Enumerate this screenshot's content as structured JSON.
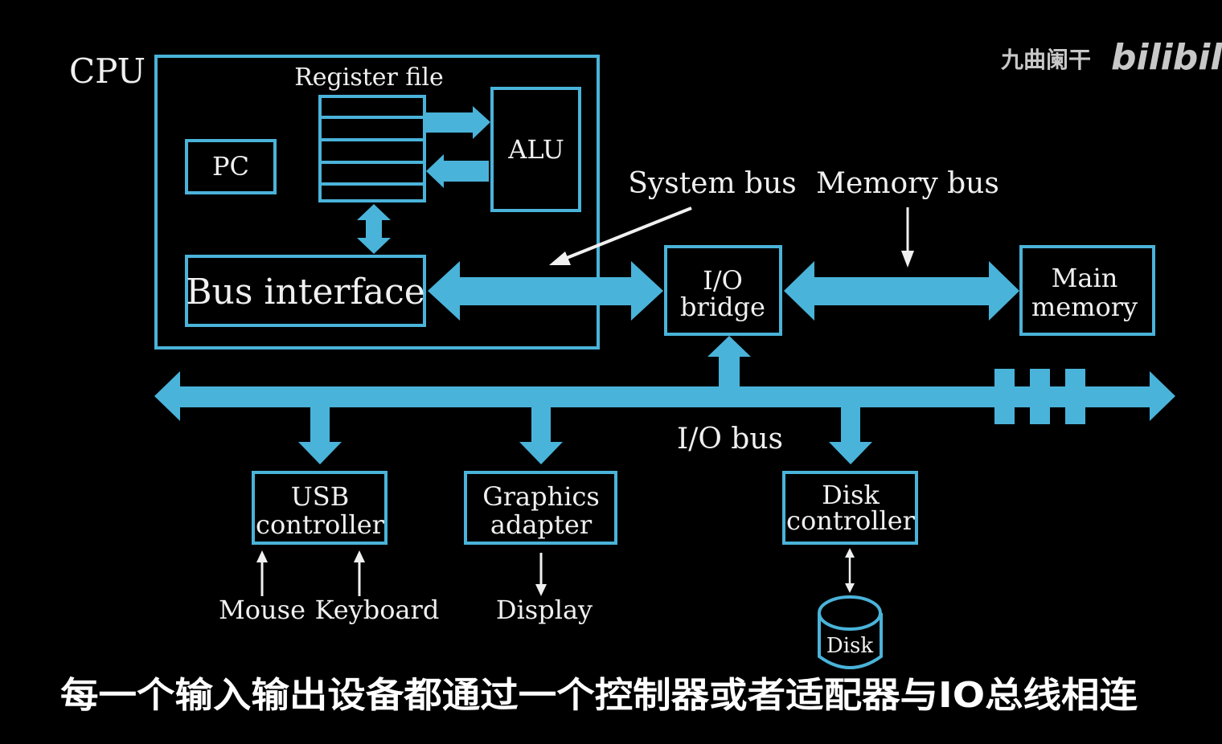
{
  "diagram": {
    "cpu_label": "CPU",
    "register_file_label": "Register file",
    "pc_label": "PC",
    "alu_label": "ALU",
    "bus_interface_label": "Bus interface",
    "system_bus_label": "System bus",
    "memory_bus_label": "Memory bus",
    "io_bridge_label_line1": "I/O",
    "io_bridge_label_line2": "bridge",
    "main_memory_label_line1": "Main",
    "main_memory_label_line2": "memory",
    "io_bus_label": "I/O bus",
    "usb_label_line1": "USB",
    "usb_label_line2": "controller",
    "graphics_label_line1": "Graphics",
    "graphics_label_line2": "adapter",
    "disk_controller_label_line1": "Disk",
    "disk_controller_label_line2": "controller",
    "mouse_label": "Mouse",
    "keyboard_label": "Keyboard",
    "display_label": "Display",
    "disk_label": "Disk",
    "register_count": 5,
    "accent_color": "#4ab3d9"
  },
  "watermark": {
    "author": "九曲阑干",
    "site": "bilibili"
  },
  "subtitle": "每一个输入输出设备都通过一个控制器或者适配器与IO总线相连"
}
